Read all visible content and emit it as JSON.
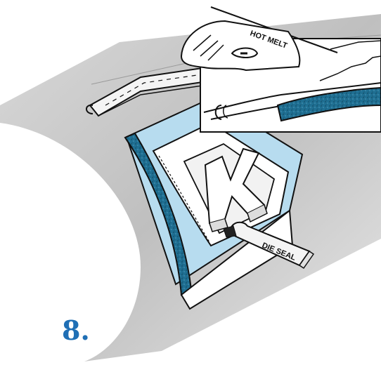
{
  "illustration": {
    "step_number": "8.",
    "labels": {
      "hot_melt": "HOT MELT",
      "die_seal": "DIE SEAL"
    },
    "colors": {
      "seal_blue": "#b7dcef",
      "foam_teal": "#1f6f92",
      "step_number": "#1f6fb5",
      "cylinder_shadow": "#bdbdbd"
    }
  }
}
